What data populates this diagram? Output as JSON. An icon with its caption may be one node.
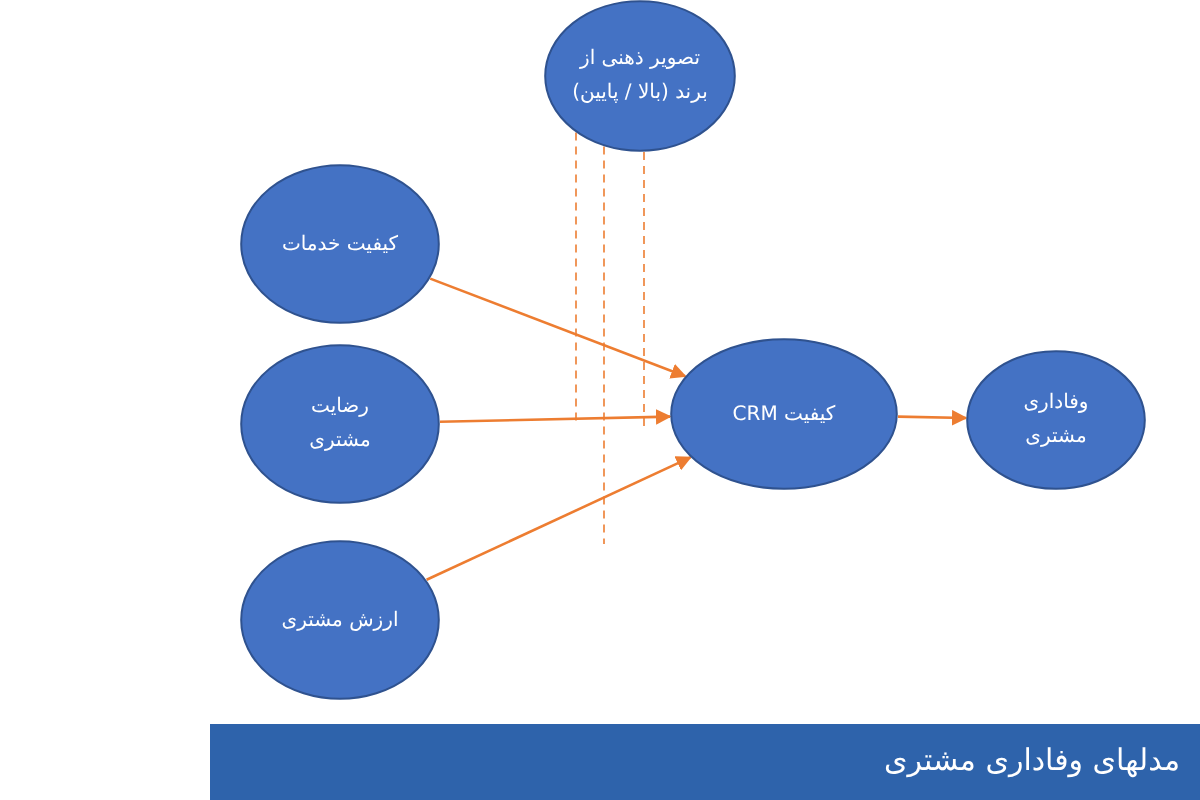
{
  "diagram": {
    "title": "مدلهای وفاداری مشتری",
    "nodes": [
      {
        "text": [
          "تصویر ذهنی از برند (بالا / پایین)"
        ]
      },
      {
        "text": [
          "کیفیت خدمات"
        ]
      },
      {
        "text": [
          "رضایت مشتری"
        ]
      },
      {
        "text": [
          "ارزش مشتری"
        ]
      },
      {
        "text": [
          "کیفیت CRM"
        ]
      },
      {
        "text": [
          "وفاداری مشتری"
        ]
      }
    ],
    "edges": [
      {
        "from": 1,
        "to": 4,
        "arrow": "to"
      },
      {
        "from": 2,
        "to": 4,
        "arrow": "to"
      },
      {
        "from": 3,
        "to": 4,
        "arrow": "to"
      },
      {
        "from": 4,
        "to": 5,
        "arrow": "to"
      },
      {
        "from": 0,
        "to": null,
        "arrow": "none",
        "style": "dashed"
      },
      {
        "from": 0,
        "to": null,
        "arrow": "none",
        "style": "dashed"
      },
      {
        "from": 0,
        "to": null,
        "arrow": "none",
        "style": "dashed"
      }
    ]
  }
}
